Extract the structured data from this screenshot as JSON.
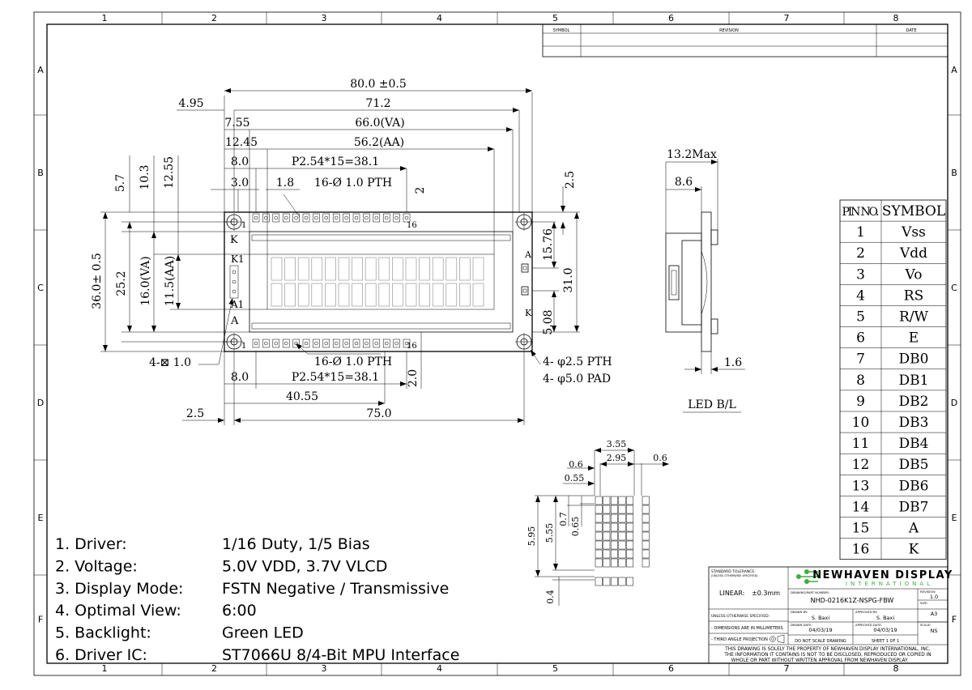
{
  "grid": {
    "columns": [
      "1",
      "2",
      "3",
      "4",
      "5",
      "6",
      "7",
      "8"
    ],
    "rows": [
      "A",
      "B",
      "C",
      "D",
      "E",
      "F"
    ]
  },
  "revision_block": {
    "symbol": "SYMBOL",
    "revision": "REVISION",
    "date": "DATE"
  },
  "front_view": {
    "dims": {
      "overall_width": "80.0 ±0.5",
      "hole_pitch": "71.2",
      "va_width": "66.0(VA)",
      "aa_width": "56.2(AA)",
      "left_hole": "4.95",
      "left_va": "7.55",
      "left_aa": "12.45",
      "pin_offset": "8.0",
      "pin_pitch": "P2.54*15=38.1",
      "pin_edge": "3.0",
      "pin_spacing": "1.8",
      "top_pins": "16-Ø 1.0 PTH",
      "top_margin": "2",
      "hole_top": "2.5",
      "v_57": "5.7",
      "v_103": "10.3",
      "v_1255": "12.55",
      "overall_height": "36.0± 0.5",
      "v_252": "25.2",
      "va_height": "16.0(VA)",
      "aa_height": "11.5(AA)",
      "r_1576": "15.76",
      "r_310": "31.0",
      "r_508": "5.08",
      "square_pads": "4-⊠ 1.0",
      "bottom_pins": "16-Ø 1.0 PTH",
      "mount_pth": "4- φ2.5 PTH",
      "mount_pad": "4- φ5.0 PAD",
      "b_80": "8.0",
      "b_pitch": "P2.54*15=38.1",
      "b_20": "2.0",
      "b_4055": "40.55",
      "b_25": "2.5",
      "b_750": "75.0"
    },
    "labels": {
      "pin1_top": "1",
      "pin16_top": "16",
      "pin1_bot": "1",
      "pin16_bot": "16",
      "k": "K",
      "k1": "K1",
      "a1": "A1",
      "a": "A",
      "r_a": "A",
      "r_k": "K"
    }
  },
  "side_view": {
    "max": "13.2Max",
    "depth": "8.6",
    "pcb": "1.6",
    "caption": "LED B/L"
  },
  "char_detail": {
    "w355": "3.55",
    "w295": "2.95",
    "w06a": "0.6",
    "w06b": "0.6",
    "w055": "0.55",
    "h595": "5.95",
    "h555": "5.55",
    "h07": "0.7",
    "h065": "0.65",
    "h04": "0.4"
  },
  "pin_table": {
    "headers": [
      "PIN NO.",
      "SYMBOL"
    ],
    "rows": [
      [
        "1",
        "Vss"
      ],
      [
        "2",
        "Vdd"
      ],
      [
        "3",
        "Vo"
      ],
      [
        "4",
        "RS"
      ],
      [
        "5",
        "R/W"
      ],
      [
        "6",
        "E"
      ],
      [
        "7",
        "DB0"
      ],
      [
        "8",
        "DB1"
      ],
      [
        "9",
        "DB2"
      ],
      [
        "10",
        "DB3"
      ],
      [
        "11",
        "DB4"
      ],
      [
        "12",
        "DB5"
      ],
      [
        "13",
        "DB6"
      ],
      [
        "14",
        "DB7"
      ],
      [
        "15",
        "A"
      ],
      [
        "16",
        "K"
      ]
    ]
  },
  "specs": [
    {
      "label": "1. Driver:",
      "value": "1/16 Duty, 1/5 Bias"
    },
    {
      "label": "2. Voltage:",
      "value": "5.0V VDD, 3.7V VLCD"
    },
    {
      "label": "3. Display Mode:",
      "value": "FSTN Negative / Transmissive"
    },
    {
      "label": "4. Optimal View:",
      "value": "6:00"
    },
    {
      "label": "5. Backlight:",
      "value": "Green LED"
    },
    {
      "label": "6. Driver IC:",
      "value": "ST7066U 8/4-Bit MPU Interface"
    }
  ],
  "title_block": {
    "tol_title": "STANDARD TOLERANCE:",
    "tol_sub": "(UNLESS OTHERWISE SPECIFIED)",
    "linear_label": "LINEAR:",
    "linear_value": "±0.3mm",
    "unless": "UNLESS OTHERWISE SPECIFIED:",
    "dims_mm": "- DIMENSIONS ARE IN MILLIMETERS",
    "third_angle": "- THIRD ANGLE PROJECTION",
    "company": "NEWHAVEN DISPLAY",
    "company_sub": "INTERNATIONAL",
    "part_label": "DRAWING/PART NUMBER:",
    "part_number": "NHD-0216K1Z-NSPG-FBW",
    "rev_label": "REVISION:",
    "rev_value": "1.0",
    "size_label": "SIZE:",
    "size_value": "A3",
    "drawn_label": "DRAWN BY:",
    "drawn_value": "S. Baxi",
    "approved_label": "APPROVED BY:",
    "approved_value": "S. Baxi",
    "drawn_date_label": "DRAWN DATE:",
    "drawn_date": "04/03/19",
    "approved_date_label": "APPROVED DATE:",
    "approved_date": "04/03/19",
    "scale_label": "SCALE:",
    "scale_value": "NS",
    "no_scale": "DO NOT SCALE DRAWING",
    "sheet": "SHEET 1 OF 1",
    "notice1": "THIS DRAWING IS SOLELY THE PROPERTY OF NEWHAVEN DISPLAY INTERNATIONAL, INC.",
    "notice2": "THE INFORMATION IT CONTAINS IS NOT TO BE DISCLOSED, REPRODUCED OR COPIED IN",
    "notice3": "WHOLE OR PART WITHOUT WRITTEN APPROVAL FROM NEWHAVEN DISPLAY."
  }
}
